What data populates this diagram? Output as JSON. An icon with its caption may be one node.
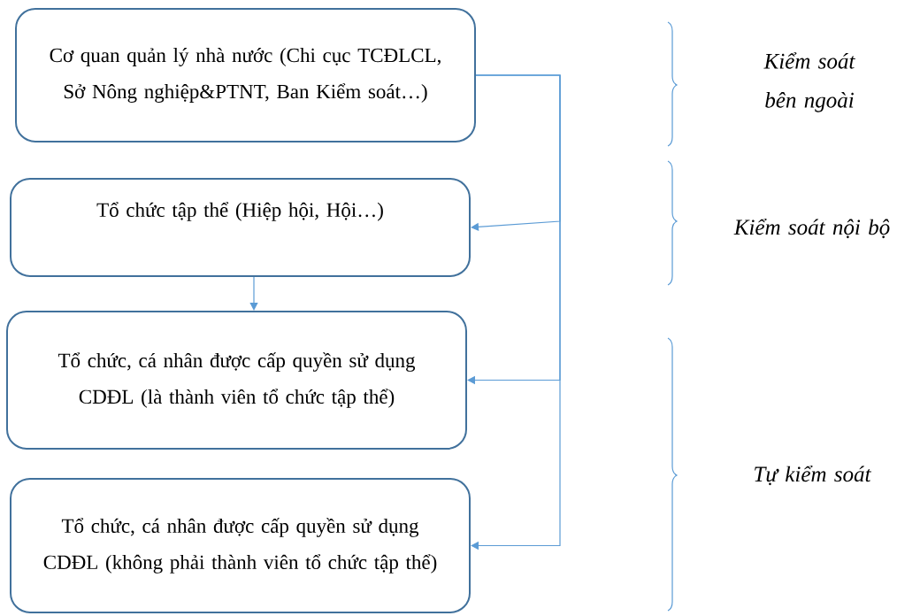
{
  "diagram": {
    "nodes": [
      {
        "text": [
          "Cơ quan quản lý nhà nước (Chi cục TCĐLCL, Sở Nông nghiệp&PTNT, Ban Kiểm soát…)"
        ]
      },
      {
        "text": [
          "Tổ chức tập thể (Hiệp hội, Hội…)"
        ]
      },
      {
        "text": [
          "Tổ chức, cá nhân được cấp quyền sử dụng CDĐL (là thành viên tổ chức tập thể)"
        ]
      },
      {
        "text": [
          "Tổ chức, cá nhân được cấp quyền sử dụng CDĐL (không phải thành viên tổ chức tập thể)"
        ]
      }
    ],
    "edges": [
      {
        "from": 0,
        "to": 1,
        "arrow": "to"
      },
      {
        "from": 0,
        "to": 2,
        "arrow": "to"
      },
      {
        "from": 0,
        "to": 3,
        "arrow": "to"
      },
      {
        "from": 1,
        "to": 2,
        "arrow": "to"
      }
    ],
    "labels": [
      "Kiểm soát bên ngoài",
      "Kiểm soát nội bộ",
      "Tự kiểm soát"
    ]
  }
}
